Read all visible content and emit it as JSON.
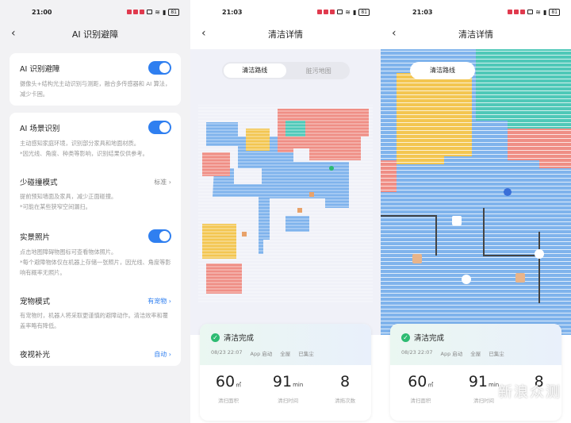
{
  "screens": {
    "settings": {
      "status_time": "21:00",
      "title": "AI 识别避障",
      "items": [
        {
          "title": "AI 识别避障",
          "desc": "摄像头+结构光主动识别与测距，融合多传感器和 AI 算法，减少卡困。",
          "toggle": true
        },
        {
          "title": "AI 场景识别",
          "desc": "主动感知家庭环境，识别部分家具和地面材质。",
          "desc2": "*因光线、角度、种类等影响，识别结果仅供参考。",
          "toggle": true
        },
        {
          "title": "少碰撞模式",
          "value": "标准",
          "desc": "提前预知墙面及家具，减少正面碰撞。",
          "desc2": "*可能在某些狭窄空间漏扫。"
        },
        {
          "title": "实景照片",
          "desc": "点击地图障碍物图标可查看物体照片。",
          "desc2": "*每个避障物体仅在机器上存储一张照片，因光线、角度等影响有概率无照片。",
          "toggle": true
        },
        {
          "title": "宠物模式",
          "value": "有宠物",
          "desc": "有宠物时，机器人将采取更谨慎的避障动作。清洁效率和覆盖率略有降低。"
        },
        {
          "title": "夜视补光",
          "value": "自动"
        }
      ]
    },
    "detail1": {
      "status_time": "21:03",
      "title": "清洁详情",
      "tab_route": "清洁路线",
      "tab_dirty": "脏污地图",
      "result": {
        "status": "清洁完成",
        "date": "08/23 22:07",
        "source": "App 启动",
        "scope": "全屋",
        "collect": "已集尘",
        "area_value": "60",
        "area_unit": "㎡",
        "area_label": "清扫面积",
        "time_value": "91",
        "time_unit": "min",
        "time_label": "清扫时间",
        "count_value": "8",
        "count_label": "清拖次数"
      }
    },
    "detail2": {
      "status_time": "21:03",
      "title": "清洁详情",
      "tab_route": "清洁路线",
      "result": {
        "status": "清洁完成",
        "date": "08/23 22:07",
        "source": "App 启动",
        "scope": "全屋",
        "collect": "已集尘",
        "area_value": "60",
        "area_unit": "㎡",
        "area_label": "清扫面积",
        "time_value": "91",
        "time_unit": "min",
        "time_label": "清扫时间",
        "count_value": "8"
      }
    }
  },
  "watermark": "新浪众测",
  "colors": {
    "accent": "#2f7ff0",
    "success": "#2dbb72",
    "map_blue": "#7fb3ec",
    "map_red": "#ef8e85",
    "map_yellow": "#f3c651",
    "map_teal": "#4fc8b8"
  }
}
